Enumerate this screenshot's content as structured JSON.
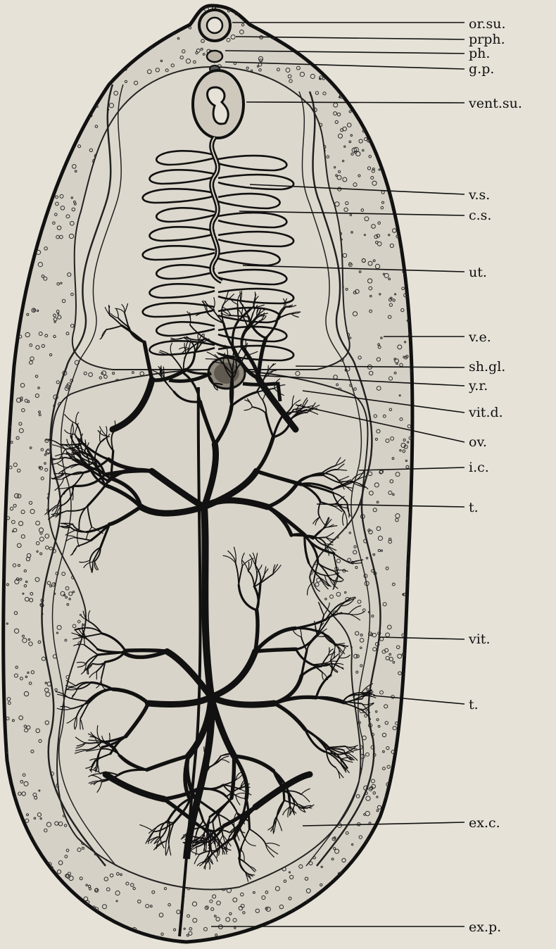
{
  "figure": {
    "background": "#e6e2d8",
    "ink": "#111111",
    "body_fill": "#d6d1c6",
    "labels": [
      {
        "id": "or-su",
        "text": "or.su."
      },
      {
        "id": "prph",
        "text": "prph."
      },
      {
        "id": "ph",
        "text": "ph."
      },
      {
        "id": "g-p",
        "text": "g.p."
      },
      {
        "id": "vent-su",
        "text": "vent.su."
      },
      {
        "id": "v-s",
        "text": "v.s."
      },
      {
        "id": "c-s",
        "text": "c.s."
      },
      {
        "id": "ut",
        "text": "ut."
      },
      {
        "id": "v-e",
        "text": "v.e."
      },
      {
        "id": "sh-gl",
        "text": "sh.gl."
      },
      {
        "id": "y-r",
        "text": "y.r."
      },
      {
        "id": "vit-d",
        "text": "vit.d."
      },
      {
        "id": "ov",
        "text": "ov."
      },
      {
        "id": "i-c",
        "text": "i.c."
      },
      {
        "id": "t-1",
        "text": "t."
      },
      {
        "id": "vit",
        "text": "vit."
      },
      {
        "id": "t-2",
        "text": "t."
      },
      {
        "id": "ex-c",
        "text": "ex.c."
      },
      {
        "id": "ex-p",
        "text": "ex.p."
      }
    ]
  }
}
